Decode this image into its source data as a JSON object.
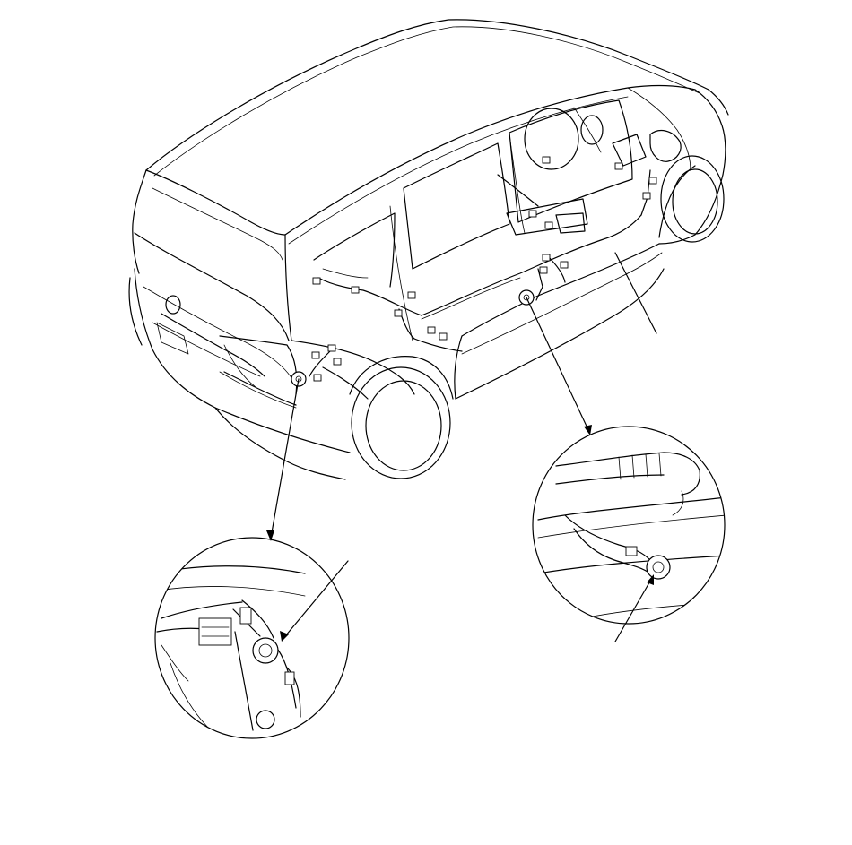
{
  "diagram": {
    "kind": "wiring-harness-illustration",
    "line_color": "#000000",
    "background": "#ffffff",
    "callouts": [
      {
        "id": "rear-ground-detail",
        "label": ""
      },
      {
        "id": "floor-ground-detail",
        "label": ""
      },
      {
        "id": "harness-pointer",
        "label": ""
      }
    ]
  }
}
